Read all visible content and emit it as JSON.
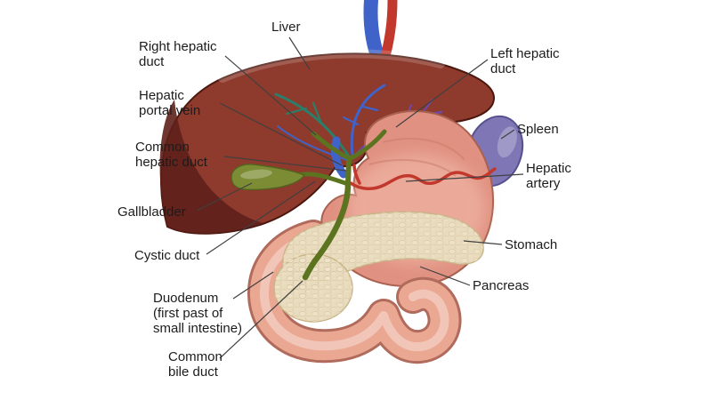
{
  "figure": {
    "type": "anatomical-diagram",
    "subject": "Liver, biliary system, stomach, pancreas and spleen"
  },
  "labels": {
    "liver": {
      "line1": "Liver"
    },
    "right_hepatic_duct": {
      "line1": "Right hepatic",
      "line2": "duct"
    },
    "left_hepatic_duct": {
      "line1": "Left hepatic",
      "line2": "duct"
    },
    "hepatic_portal_vein": {
      "line1": "Hepatic",
      "line2": "portal vein"
    },
    "spleen": {
      "line1": "Spleen"
    },
    "common_hepatic_duct": {
      "line1": "Common",
      "line2": "hepatic duct"
    },
    "hepatic_artery": {
      "line1": "Hepatic",
      "line2": "artery"
    },
    "gallbladder": {
      "line1": "Gallbladder"
    },
    "stomach": {
      "line1": "Stomach"
    },
    "cystic_duct": {
      "line1": "Cystic duct"
    },
    "pancreas": {
      "line1": "Pancreas"
    },
    "duodenum": {
      "line1": "Duodenum",
      "line2": "(first past of",
      "line3": "small intestine)"
    },
    "common_bile_duct": {
      "line1": "Common",
      "line2": "bile duct"
    }
  },
  "colors": {
    "background": "#ffffff",
    "label_text": "#1c1c1c",
    "leader_line": "#404040",
    "liver": "#8e3a2c",
    "liver_shadow": "#5e2019",
    "stomach": "#e09181",
    "intestine": "#eaa893",
    "pancreas": "#e9dcbe",
    "spleen": "#7f77b5",
    "gallbladder": "#7c8c35",
    "bile_duct": "#5c741f",
    "artery": "#c2382d",
    "vein": "#3f63c9"
  }
}
